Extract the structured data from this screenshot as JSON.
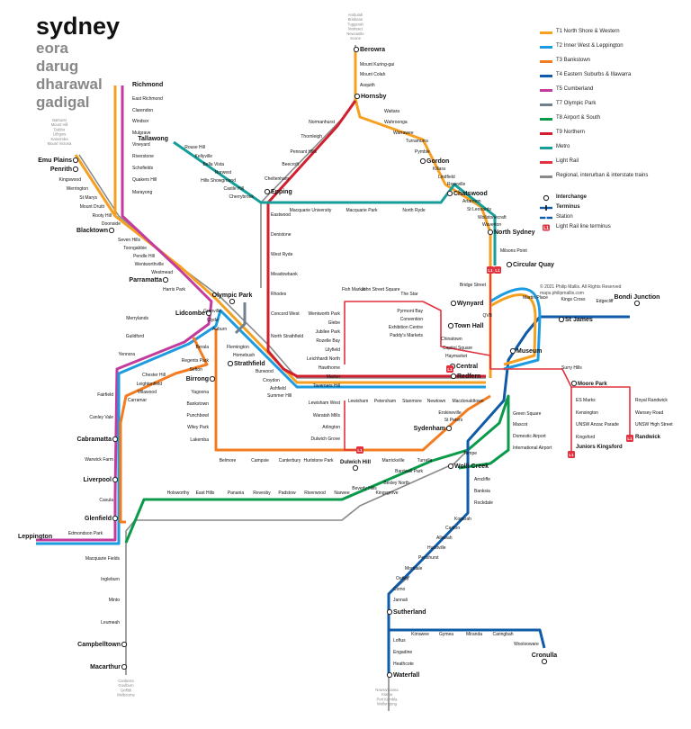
{
  "title": "sydney",
  "subtitles": [
    "eora",
    "darug",
    "dharawal",
    "gadigal"
  ],
  "legend": [
    {
      "label": "T1 North Shore & Western",
      "color": "#f5a020"
    },
    {
      "label": "T2 Inner West & Leppington",
      "color": "#1d9be0"
    },
    {
      "label": "T3 Bankstown",
      "color": "#f47c20"
    },
    {
      "label": "T4 Eastern Suburbs & Illawarra",
      "color": "#0f5ba7"
    },
    {
      "label": "T5 Cumberland",
      "color": "#c33b9c"
    },
    {
      "label": "T7 Olympic Park",
      "color": "#6f818e"
    },
    {
      "label": "T8 Airport & South",
      "color": "#0a9a4a"
    },
    {
      "label": "T9 Northern",
      "color": "#d11f2f"
    },
    {
      "label": "Metro",
      "color": "#169f98"
    },
    {
      "label": "Light Rail",
      "color": "#e2323f"
    },
    {
      "label": "Regional, interurban & interstate trains",
      "color": "#8a8a8a"
    }
  ],
  "symbols": [
    {
      "label": "Interchange",
      "kind": "interchange"
    },
    {
      "label": "Terminus",
      "kind": "terminus"
    },
    {
      "label": "Station",
      "kind": "station"
    },
    {
      "label": "Light Rail line terminus",
      "kind": "lr-terminus"
    }
  ],
  "copyright": [
    "© 2021 Philip Mallis. All Rights Reserved",
    "maps.philipmallis.com"
  ],
  "lr_badge": "L1",
  "stations": [
    {
      "name": "Berowra",
      "bold": true
    },
    {
      "name": "Mount Kuring-gai"
    },
    {
      "name": "Mount Colah"
    },
    {
      "name": "Asquith"
    },
    {
      "name": "Hornsby",
      "bold": true
    },
    {
      "name": "Waitara"
    },
    {
      "name": "Wahroonga"
    },
    {
      "name": "Warrawee"
    },
    {
      "name": "Turramurra"
    },
    {
      "name": "Pymble"
    },
    {
      "name": "Gordon",
      "bold": true
    },
    {
      "name": "Killara"
    },
    {
      "name": "Lindfield"
    },
    {
      "name": "Roseville"
    },
    {
      "name": "Chatswood",
      "bold": true
    },
    {
      "name": "Artarmon"
    },
    {
      "name": "St Leonards"
    },
    {
      "name": "Wollstonecraft"
    },
    {
      "name": "Waverton"
    },
    {
      "name": "North Sydney",
      "bold": true
    },
    {
      "name": "Milsons Point"
    },
    {
      "name": "Normanhurst"
    },
    {
      "name": "Thornleigh"
    },
    {
      "name": "Pennant Hills"
    },
    {
      "name": "Beecroft"
    },
    {
      "name": "Cheltenham"
    },
    {
      "name": "Epping",
      "bold": true
    },
    {
      "name": "Eastwood"
    },
    {
      "name": "Denistone"
    },
    {
      "name": "West Ryde"
    },
    {
      "name": "Meadowbank"
    },
    {
      "name": "Rhodes"
    },
    {
      "name": "Concord West"
    },
    {
      "name": "North Strathfield"
    },
    {
      "name": "Macquarie University"
    },
    {
      "name": "Macquarie Park"
    },
    {
      "name": "North Ryde"
    },
    {
      "name": "Tallawong",
      "bold": true
    },
    {
      "name": "Rouse Hill"
    },
    {
      "name": "Kellyville"
    },
    {
      "name": "Bella Vista"
    },
    {
      "name": "Norwest"
    },
    {
      "name": "Hills Showground"
    },
    {
      "name": "Castle Hill"
    },
    {
      "name": "Cherrybrook"
    },
    {
      "name": "Richmond",
      "bold": true
    },
    {
      "name": "East Richmond"
    },
    {
      "name": "Clarendon"
    },
    {
      "name": "Windsor"
    },
    {
      "name": "Mulgrave"
    },
    {
      "name": "Vineyard"
    },
    {
      "name": "Riverstone"
    },
    {
      "name": "Schofields"
    },
    {
      "name": "Quakers Hill"
    },
    {
      "name": "Marayong"
    },
    {
      "name": "Emu Plains",
      "bold": true
    },
    {
      "name": "Penrith",
      "bold": true
    },
    {
      "name": "Kingswood"
    },
    {
      "name": "Werrington"
    },
    {
      "name": "St Marys"
    },
    {
      "name": "Mount Druitt"
    },
    {
      "name": "Rooty Hill"
    },
    {
      "name": "Doonside"
    },
    {
      "name": "Blacktown",
      "bold": true
    },
    {
      "name": "Seven Hills"
    },
    {
      "name": "Toongabbie"
    },
    {
      "name": "Pendle Hill"
    },
    {
      "name": "Wentworthville"
    },
    {
      "name": "Westmead"
    },
    {
      "name": "Parramatta",
      "bold": true
    },
    {
      "name": "Harris Park"
    },
    {
      "name": "Olympic Park",
      "bold": true
    },
    {
      "name": "Merrylands"
    },
    {
      "name": "Guildford"
    },
    {
      "name": "Yennora"
    },
    {
      "name": "Fairfield"
    },
    {
      "name": "Canley Vale"
    },
    {
      "name": "Cabramatta",
      "bold": true
    },
    {
      "name": "Warwick Farm"
    },
    {
      "name": "Liverpool",
      "bold": true
    },
    {
      "name": "Casula"
    },
    {
      "name": "Glenfield",
      "bold": true
    },
    {
      "name": "Edmondson Park"
    },
    {
      "name": "Leppington",
      "bold": true
    },
    {
      "name": "Macquarie Fields"
    },
    {
      "name": "Ingleburn"
    },
    {
      "name": "Minto"
    },
    {
      "name": "Leumeah"
    },
    {
      "name": "Campbelltown",
      "bold": true
    },
    {
      "name": "Macarthur",
      "bold": true
    },
    {
      "name": "Granville"
    },
    {
      "name": "Clyde"
    },
    {
      "name": "Auburn"
    },
    {
      "name": "Lidcombe",
      "bold": true
    },
    {
      "name": "Flemington"
    },
    {
      "name": "Homebush"
    },
    {
      "name": "Strathfield",
      "bold": true
    },
    {
      "name": "Burwood"
    },
    {
      "name": "Croydon"
    },
    {
      "name": "Ashfield"
    },
    {
      "name": "Summer Hill"
    },
    {
      "name": "Berala"
    },
    {
      "name": "Regents Park"
    },
    {
      "name": "Sefton"
    },
    {
      "name": "Chester Hill"
    },
    {
      "name": "Leightonfield"
    },
    {
      "name": "Villawood"
    },
    {
      "name": "Carramar"
    },
    {
      "name": "Birrong",
      "bold": true
    },
    {
      "name": "Yagoona"
    },
    {
      "name": "Bankstown"
    },
    {
      "name": "Punchbowl"
    },
    {
      "name": "Wiley Park"
    },
    {
      "name": "Lakemba"
    },
    {
      "name": "Belmore"
    },
    {
      "name": "Campsie"
    },
    {
      "name": "Canterbury"
    },
    {
      "name": "Hurlstone Park"
    },
    {
      "name": "Dulwich Hill",
      "bold": true
    },
    {
      "name": "Marrickville"
    },
    {
      "name": "Turrella"
    },
    {
      "name": "Lewisham West"
    },
    {
      "name": "Waratah Mills"
    },
    {
      "name": "Arlington"
    },
    {
      "name": "Dulwich Grove"
    },
    {
      "name": "Lewisham"
    },
    {
      "name": "Petersham"
    },
    {
      "name": "Stanmore"
    },
    {
      "name": "Newtown"
    },
    {
      "name": "Macdonaldtown"
    },
    {
      "name": "Wentworth Park"
    },
    {
      "name": "Glebe"
    },
    {
      "name": "Jubilee Park"
    },
    {
      "name": "Rozelle Bay"
    },
    {
      "name": "Lilyfield"
    },
    {
      "name": "Leichhardt North"
    },
    {
      "name": "Hawthorne"
    },
    {
      "name": "Marion"
    },
    {
      "name": "Taverners Hill"
    },
    {
      "name": "Fish Market"
    },
    {
      "name": "John Street Square"
    },
    {
      "name": "The Star"
    },
    {
      "name": "Pyrmont Bay"
    },
    {
      "name": "Convention"
    },
    {
      "name": "Exhibition Centre"
    },
    {
      "name": "Paddy's Markets"
    },
    {
      "name": "Chinatown"
    },
    {
      "name": "Capitol Square"
    },
    {
      "name": "Haymarket"
    },
    {
      "name": "Central",
      "bold": true
    },
    {
      "name": "Redfern",
      "bold": true
    },
    {
      "name": "Town Hall",
      "bold": true
    },
    {
      "name": "Wynyard",
      "bold": true
    },
    {
      "name": "Circular Quay",
      "bold": true
    },
    {
      "name": "St James",
      "bold": true
    },
    {
      "name": "Museum",
      "bold": true
    },
    {
      "name": "Martin Place"
    },
    {
      "name": "Kings Cross"
    },
    {
      "name": "Edgecliff"
    },
    {
      "name": "Bondi Junction",
      "bold": true
    },
    {
      "name": "Bridge Street"
    },
    {
      "name": "QVB"
    },
    {
      "name": "Surry Hills"
    },
    {
      "name": "Moore Park",
      "bold": true
    },
    {
      "name": "ES Marks"
    },
    {
      "name": "Kensington"
    },
    {
      "name": "UNSW Anzac Parade"
    },
    {
      "name": "Kingsford"
    },
    {
      "name": "Juniors Kingsford",
      "bold": true
    },
    {
      "name": "Royal Randwick"
    },
    {
      "name": "Wansey Road"
    },
    {
      "name": "UNSW High Street"
    },
    {
      "name": "Randwick",
      "bold": true
    },
    {
      "name": "Green Square"
    },
    {
      "name": "Mascot"
    },
    {
      "name": "Domestic Airport"
    },
    {
      "name": "International Airport"
    },
    {
      "name": "Erskineville"
    },
    {
      "name": "St Peters"
    },
    {
      "name": "Sydenham",
      "bold": true
    },
    {
      "name": "Tempe"
    },
    {
      "name": "Wolli Creek",
      "bold": true
    },
    {
      "name": "Bardwell Park"
    },
    {
      "name": "Bexley North"
    },
    {
      "name": "Kingsgrove"
    },
    {
      "name": "Beverly Hills"
    },
    {
      "name": "Narwee"
    },
    {
      "name": "Riverwood"
    },
    {
      "name": "Padstow"
    },
    {
      "name": "Revesby"
    },
    {
      "name": "Panania"
    },
    {
      "name": "East Hills"
    },
    {
      "name": "Holsworthy"
    },
    {
      "name": "Arncliffe"
    },
    {
      "name": "Banksia"
    },
    {
      "name": "Rockdale"
    },
    {
      "name": "Kogarah"
    },
    {
      "name": "Carlton"
    },
    {
      "name": "Allawah"
    },
    {
      "name": "Hurstville"
    },
    {
      "name": "Penshurst"
    },
    {
      "name": "Mortdale"
    },
    {
      "name": "Oatley"
    },
    {
      "name": "Como"
    },
    {
      "name": "Jannali"
    },
    {
      "name": "Sutherland",
      "bold": true
    },
    {
      "name": "Kirrawee"
    },
    {
      "name": "Gymea"
    },
    {
      "name": "Miranda"
    },
    {
      "name": "Caringbah"
    },
    {
      "name": "Woolooware"
    },
    {
      "name": "Cronulla",
      "bold": true
    },
    {
      "name": "Loftus"
    },
    {
      "name": "Engadine"
    },
    {
      "name": "Heathcote"
    },
    {
      "name": "Waterfall",
      "bold": true
    }
  ],
  "destinations": {
    "north": [
      "Ambulah",
      "Brisbane",
      "Tuggerah",
      "Morisset",
      "Newcastle",
      "Scone"
    ],
    "west": [
      "Bathurst",
      "Mount Hill",
      "Dubbo",
      "Lithgow",
      "Katoomba",
      "Mount Victoria"
    ],
    "southwest": [
      "Canberra",
      "Goulburn",
      "Griffith",
      "Melbourne"
    ],
    "south": [
      "Nowra/Kiama",
      "Kiama",
      "Port Kembla",
      "Wollongong"
    ]
  }
}
